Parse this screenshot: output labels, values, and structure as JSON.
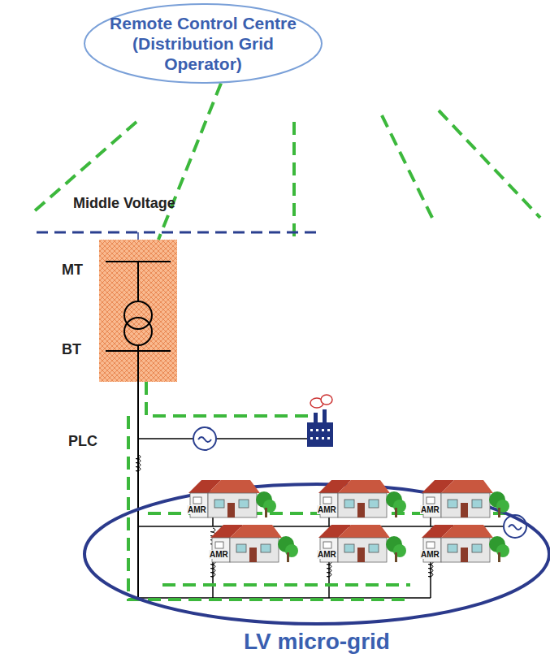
{
  "diagram": {
    "nodes": [
      {
        "text": [
          "Remote Control Centre (Distribution Grid Operator)"
        ]
      },
      {
        "text": [
          "MT",
          "BT"
        ]
      },
      {
        "text": [
          "LV micro-grid"
        ]
      },
      {
        "text": [
          "AMR"
        ],
        "in": 2
      },
      {
        "text": [
          "AMR"
        ],
        "in": 2
      },
      {
        "text": [
          "AMR"
        ],
        "in": 2
      },
      {
        "text": [
          "AMR"
        ],
        "in": 2
      },
      {
        "text": [
          "AMR"
        ],
        "in": 2
      },
      {
        "text": [
          "AMR"
        ],
        "in": 2
      }
    ],
    "edges": [
      {
        "from": 0,
        "to": 1,
        "arrow": "none"
      }
    ],
    "labels": [
      "Middle Voltage",
      "PLC"
    ]
  }
}
